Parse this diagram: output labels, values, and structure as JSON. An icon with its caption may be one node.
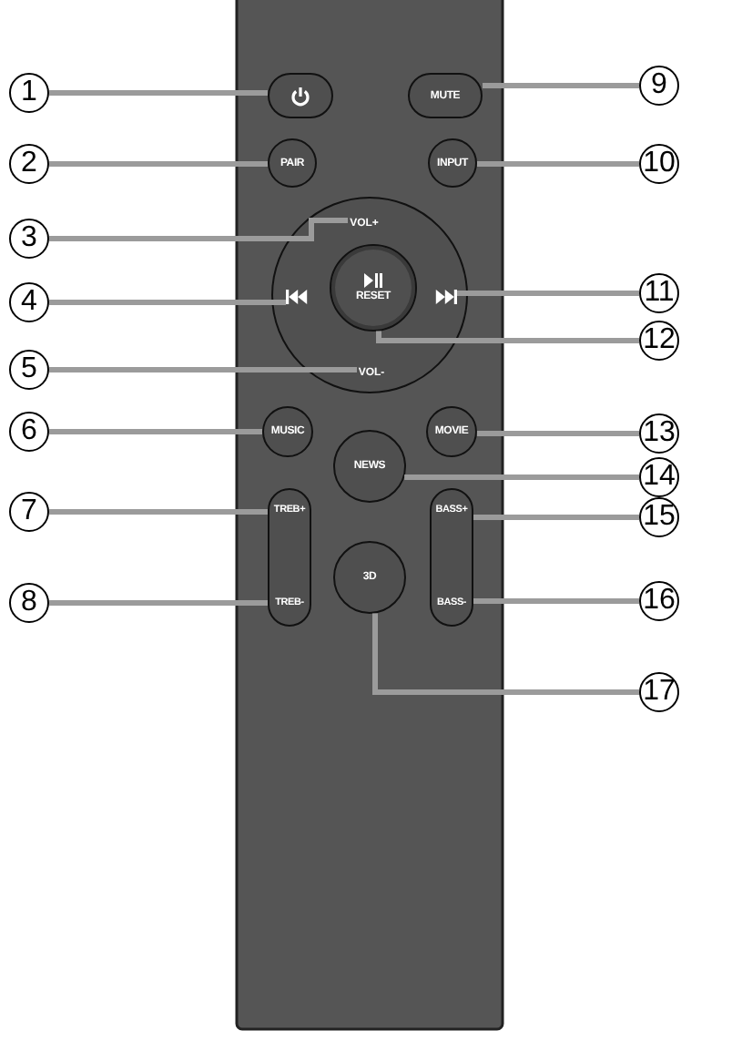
{
  "diagram": {
    "nodes": [
      {
        "text": [
          "1"
        ]
      },
      {
        "text": [
          "2"
        ]
      },
      {
        "text": [
          "3"
        ]
      },
      {
        "text": [
          "4"
        ]
      },
      {
        "text": [
          "5"
        ]
      },
      {
        "text": [
          "6"
        ]
      },
      {
        "text": [
          "7"
        ]
      },
      {
        "text": [
          "8"
        ]
      },
      {
        "text": [
          "9"
        ]
      },
      {
        "text": [
          "10"
        ]
      },
      {
        "text": [
          "11"
        ]
      },
      {
        "text": [
          "12"
        ]
      },
      {
        "text": [
          "13"
        ]
      },
      {
        "text": [
          "14"
        ]
      },
      {
        "text": [
          "15"
        ]
      },
      {
        "text": [
          "16"
        ]
      },
      {
        "text": [
          "17"
        ]
      },
      {
        "text": [],
        "shape": "pill"
      },
      {
        "text": [
          "MUTE"
        ]
      },
      {
        "text": [
          "PAIR"
        ]
      },
      {
        "text": [
          "INPUT"
        ]
      },
      {
        "text": [],
        "shape": "circle"
      },
      {
        "text": [
          "VOL+"
        ],
        "in": 21
      },
      {
        "text": [],
        "shape": "icon",
        "in": 21
      },
      {
        "text": [
          "RESET"
        ],
        "in": 21
      },
      {
        "text": [],
        "shape": "icon",
        "in": 21
      },
      {
        "text": [
          "VOL-"
        ],
        "in": 21
      },
      {
        "text": [
          "MUSIC"
        ]
      },
      {
        "text": [
          "MOVIE"
        ]
      },
      {
        "text": [
          "NEWS"
        ]
      },
      {
        "text": [
          "TREB+",
          "TREB-"
        ]
      },
      {
        "text": [
          "3D"
        ]
      },
      {
        "text": [
          "BASS+",
          "BASS-"
        ]
      }
    ],
    "edges": [
      {
        "from": 0,
        "to": 17,
        "arrow": "none"
      },
      {
        "from": 1,
        "to": 19,
        "arrow": "none"
      },
      {
        "from": 2,
        "to": 22,
        "arrow": "none"
      },
      {
        "from": 3,
        "to": 23,
        "arrow": "none"
      },
      {
        "from": 4,
        "to": 26,
        "arrow": "none"
      },
      {
        "from": 5,
        "to": 27,
        "arrow": "none"
      },
      {
        "from": 6,
        "to": 30,
        "arrow": "none"
      },
      {
        "from": 7,
        "to": 30,
        "arrow": "none"
      },
      {
        "from": 8,
        "to": 18,
        "arrow": "none"
      },
      {
        "from": 9,
        "to": 20,
        "arrow": "none"
      },
      {
        "from": 10,
        "to": 25,
        "arrow": "none"
      },
      {
        "from": 11,
        "to": 24,
        "arrow": "none"
      },
      {
        "from": 12,
        "to": 28,
        "arrow": "none"
      },
      {
        "from": 13,
        "to": 29,
        "arrow": "none"
      },
      {
        "from": 14,
        "to": 32,
        "arrow": "none"
      },
      {
        "from": 15,
        "to": 32,
        "arrow": "none"
      },
      {
        "from": 16,
        "to": 31,
        "arrow": "none"
      }
    ]
  }
}
